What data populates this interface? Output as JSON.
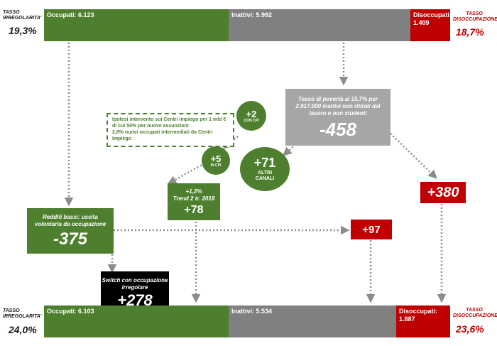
{
  "top": {
    "irregular_rate_label": "TASSO IRREGOLARITA'",
    "irregular_rate_value": "19,3%",
    "employed_label": "Occupati: 6.123",
    "inactive_label": "Inattivi: 5.992",
    "unemployed_label_1": "Disoccupati:",
    "unemployed_label_2": "1.409",
    "unemployment_rate_label": "TASSO DISOCCUPAZIONE",
    "unemployment_rate_value": "18,7%"
  },
  "bottom": {
    "irregular_rate_label": "TASSO IRREGOLARITA'",
    "irregular_rate_value": "24,0%",
    "employed_label": "Occupati: 6.103",
    "inactive_label": "Inattivi: 5.534",
    "unemployed_label_1": "Disoccupati:",
    "unemployed_label_2": "1.887",
    "unemployment_rate_label": "TASSO DISOCCUPAZIONE",
    "unemployment_rate_value": "23,6%"
  },
  "poverty_box": {
    "text": "Tasso di povertà al 15,7% per 2.917.000 inattivi non ritirati dal lavoro e non studenti",
    "value": "-458"
  },
  "hypothesis": {
    "line1": "Ipotesi intervento sui Centri Impiego per 1 mld € di cui 50% per nuove assunzioni",
    "line2": "2,8% nuovi occupati intermediati da Centri Impiego"
  },
  "circles": {
    "cpi_plus2_value": "+2",
    "cpi_plus2_sub": "CON CPI",
    "cpi_plus5_value": "+5",
    "cpi_plus5_sub": "IN CPI",
    "other_channels_value": "+71",
    "other_channels_sub": "ALTRI CANALI"
  },
  "trend_box": {
    "line1": "+1,2%",
    "line2": "Trend 2 tr. 2018",
    "value": "+78"
  },
  "low_income_box": {
    "text": "Redditi bassi: uscita volontaria da occupazione",
    "value": "-375"
  },
  "switch_box": {
    "text": "Switch con occupazione irregolare",
    "value": "+278"
  },
  "red_boxes": {
    "plus97": "+97",
    "plus380": "+380"
  }
}
